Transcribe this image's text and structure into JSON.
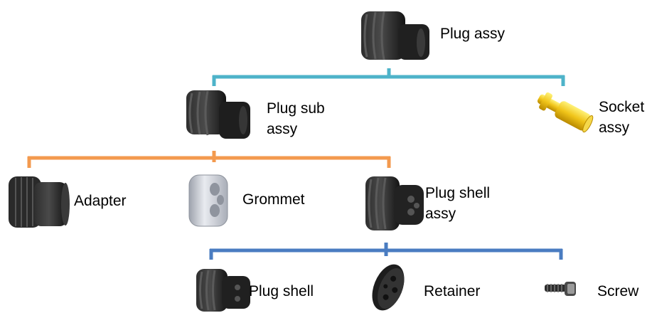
{
  "nodes": {
    "plug_assy": {
      "label": "Plug assy",
      "icon": "plug-assembly-icon"
    },
    "plug_sub_assy": {
      "label_line1": "Plug sub",
      "label_line2": "assy",
      "icon": "plug-sub-assembly-icon"
    },
    "socket_assy": {
      "label_line1": "Socket",
      "label_line2": "assy",
      "icon": "socket-contact-icon"
    },
    "adapter": {
      "label": "Adapter",
      "icon": "adapter-icon"
    },
    "grommet": {
      "label": "Grommet",
      "icon": "grommet-icon"
    },
    "plug_shell_assy": {
      "label_line1": "Plug shell",
      "label_line2": "assy",
      "icon": "plug-shell-assembly-icon"
    },
    "plug_shell": {
      "label": "Plug shell",
      "icon": "plug-shell-icon"
    },
    "retainer": {
      "label": "Retainer",
      "icon": "retainer-icon"
    },
    "screw": {
      "label": "Screw",
      "icon": "screw-icon"
    }
  },
  "colors": {
    "level1_connector": "#4eb3c9",
    "level2_connector": "#f39a4e",
    "level3_connector": "#4a7cc1",
    "part_dark": "#1c1c1c",
    "part_silver": "#c9cdd6",
    "part_gold": "#e6b800"
  }
}
